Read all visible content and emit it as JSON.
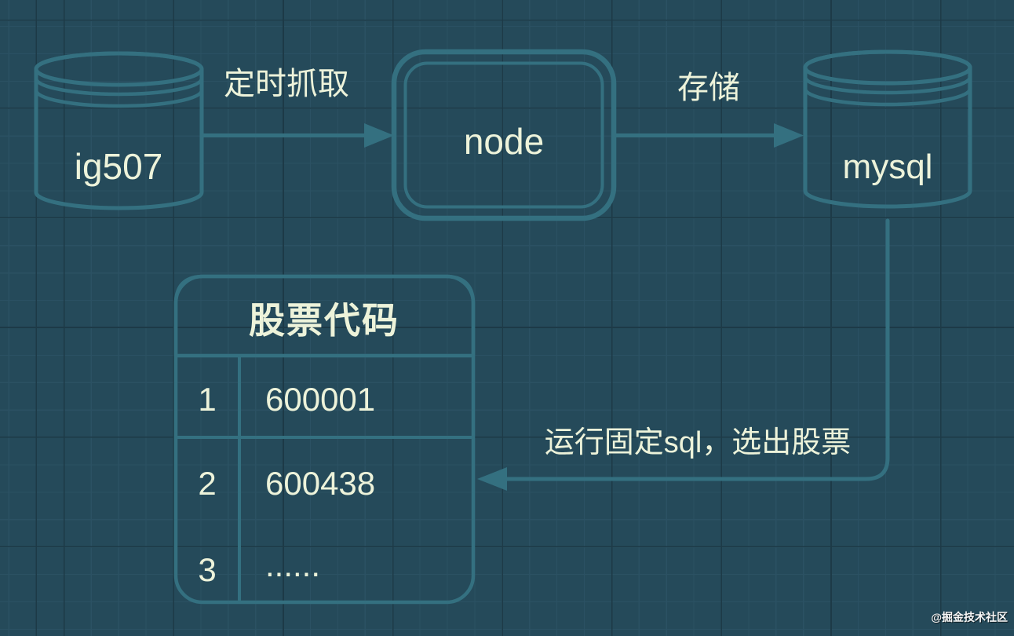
{
  "flow": {
    "source_db_label": "ig507",
    "edge_fetch_label": "定时抓取",
    "process_label": "node",
    "edge_store_label": "存储",
    "target_db_label": "mysql",
    "edge_query_label": "运行固定sql，选出股票"
  },
  "stock_table": {
    "header": "股票代码",
    "rows": [
      {
        "no": "1",
        "code": "600001"
      },
      {
        "no": "2",
        "code": "600438"
      },
      {
        "no": "3",
        "code": "......"
      }
    ]
  },
  "watermark": "@掘金技术社区",
  "colors": {
    "background": "#254a5a",
    "grid_minor": "#2b5163",
    "grid_major": "#1d3a47",
    "shape_fill": "#e2606c",
    "shape_stroke": "#347080",
    "text": "#edf3da",
    "watermark_text": "#f7f7f7"
  }
}
